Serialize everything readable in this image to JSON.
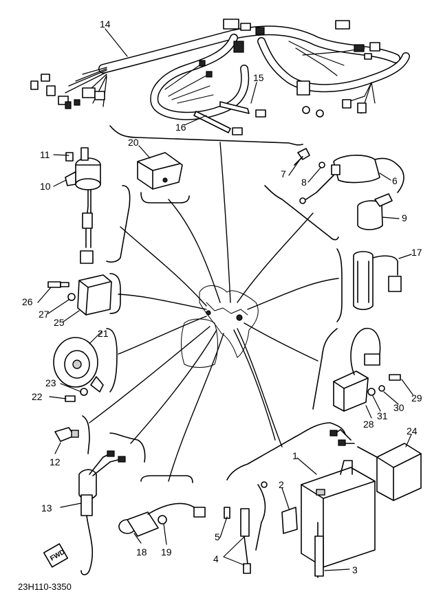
{
  "diagram": {
    "drawing_code": "23H110-3350",
    "direction_marker": "FWD",
    "callouts": [
      {
        "id": "c1",
        "text": "1"
      },
      {
        "id": "c2",
        "text": "2"
      },
      {
        "id": "c3",
        "text": "3"
      },
      {
        "id": "c4",
        "text": "4"
      },
      {
        "id": "c5",
        "text": "5"
      },
      {
        "id": "c6",
        "text": "6"
      },
      {
        "id": "c7",
        "text": "7"
      },
      {
        "id": "c8",
        "text": "8"
      },
      {
        "id": "c9",
        "text": "9"
      },
      {
        "id": "c10",
        "text": "10"
      },
      {
        "id": "c11",
        "text": "11"
      },
      {
        "id": "c12",
        "text": "12"
      },
      {
        "id": "c13",
        "text": "13"
      },
      {
        "id": "c14",
        "text": "14"
      },
      {
        "id": "c15",
        "text": "15"
      },
      {
        "id": "c16",
        "text": "16"
      },
      {
        "id": "c17",
        "text": "17"
      },
      {
        "id": "c18",
        "text": "18"
      },
      {
        "id": "c19",
        "text": "19"
      },
      {
        "id": "c20",
        "text": "20"
      },
      {
        "id": "c21",
        "text": "21"
      },
      {
        "id": "c22",
        "text": "22"
      },
      {
        "id": "c23",
        "text": "23"
      },
      {
        "id": "c24",
        "text": "24"
      },
      {
        "id": "c25",
        "text": "25"
      },
      {
        "id": "c26",
        "text": "26"
      },
      {
        "id": "c27",
        "text": "27"
      },
      {
        "id": "c28",
        "text": "28"
      },
      {
        "id": "c29",
        "text": "29"
      },
      {
        "id": "c30",
        "text": "30"
      },
      {
        "id": "c31",
        "text": "31"
      }
    ]
  }
}
